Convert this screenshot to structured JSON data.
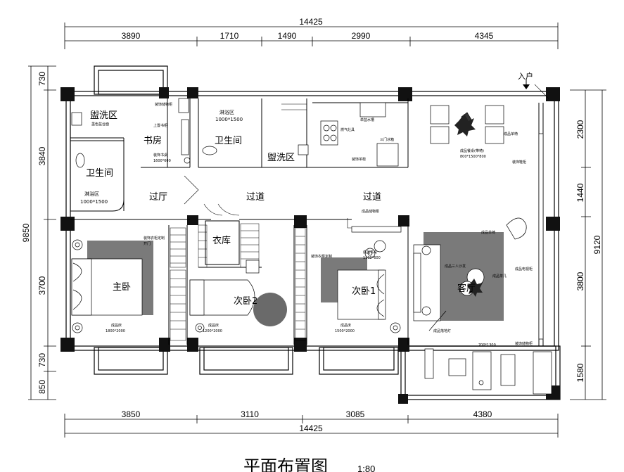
{
  "title": "平面布置图",
  "scale": "1:80",
  "dimensions": {
    "top_total": "14425",
    "top_segments": [
      "3890",
      "1710",
      "1490",
      "2990",
      "4345"
    ],
    "bottom_total": "14425",
    "bottom_segments": [
      "3850",
      "3110",
      "3085",
      "4380"
    ],
    "left_total": "9850",
    "left_segments": [
      "730",
      "3840",
      "3700",
      "730",
      "850"
    ],
    "right_total": "9120",
    "right_segments": [
      "2300",
      "1440",
      "3800",
      "1580"
    ]
  },
  "rooms": {
    "washroom_left": "盥洗区",
    "study": "书房",
    "shower1": "淋浴区",
    "shower1_size": "1000*1500",
    "bathroom1": "卫生间",
    "washroom_mid": "盥洗区",
    "bathroom2": "卫生间",
    "shower2": "淋浴区",
    "shower2_size": "1000*1500",
    "hall": "过厅",
    "corridor1": "过道",
    "corridor2": "过道",
    "closet": "衣库",
    "master": "主卧",
    "bedroom2": "次卧2",
    "bedroom1": "次卧1",
    "living": "客厅",
    "entrance": "入户"
  },
  "annotations": {
    "washroom_sink": "墨色盆台面",
    "study_shelf": "上置书柜",
    "study_desk": "装饰书桌",
    "study_desk_size": "1600*600",
    "bath_cabinet": "装饰储物柜",
    "kitchen_stove": "燃气灶具",
    "kitchen_sink": "单盆水槽",
    "kitchen_fridge": "三门冰箱",
    "kitchen_cabinet": "装饰吊柜",
    "dining_table": "成品餐桌(带椅)",
    "dining_table_size": "800*1500*800",
    "dining_chair": "成品单椅",
    "entry_cabinet": "装饰鞋柜",
    "tv_cabinet": "成品电视柜",
    "sofa": "成品三人沙发",
    "coffee_table": "成品茶几",
    "armchair": "成品单椅",
    "floor_lamp": "成品落地灯",
    "master_bed": "成品床",
    "master_bed_size": "1800*2000",
    "master_wardrobe": "装饰衣柜定制",
    "bed2": "成品床",
    "bed2_size": "1200*2000",
    "bed1": "成品床",
    "bed1_size": "1500*2000",
    "bed1_wardrobe": "装饰衣柜定制",
    "wardrobe_door": "开门",
    "desk": "成品书桌",
    "desk_size": "1100*600",
    "storage": "成品储物柜",
    "piano_size": "700*1300",
    "balcony_cabinet": "装饰储物柜"
  }
}
